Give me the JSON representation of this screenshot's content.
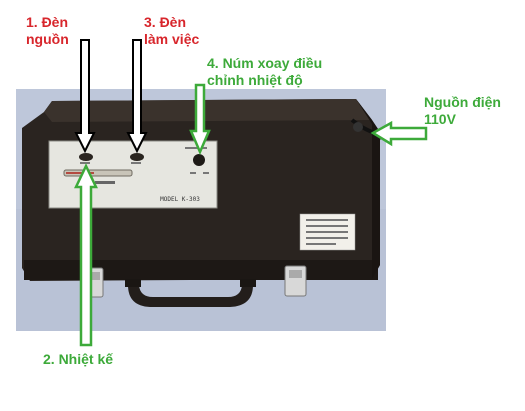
{
  "callouts": {
    "power_lamp": {
      "line1": "1. Đèn",
      "line2": "nguồn"
    },
    "work_lamp": {
      "line1": "3. Đèn",
      "line2": "làm việc"
    },
    "knob": {
      "line1": "4. Núm xoay điều",
      "line2": "chỉnh nhiệt độ"
    },
    "power_source": {
      "line1": "Nguồn điện",
      "line2": "110V"
    },
    "thermometer": {
      "text": "2. Nhiệt kế"
    }
  },
  "panel": {
    "model": "MODEL K-303"
  },
  "colors": {
    "red_label": "#d8262c",
    "green_label": "#3daa3a",
    "black_arrow": "#000000",
    "green_arrow": "#3daa3a",
    "device_body": "#2a2420",
    "photo_background": "#b9c2d6"
  }
}
